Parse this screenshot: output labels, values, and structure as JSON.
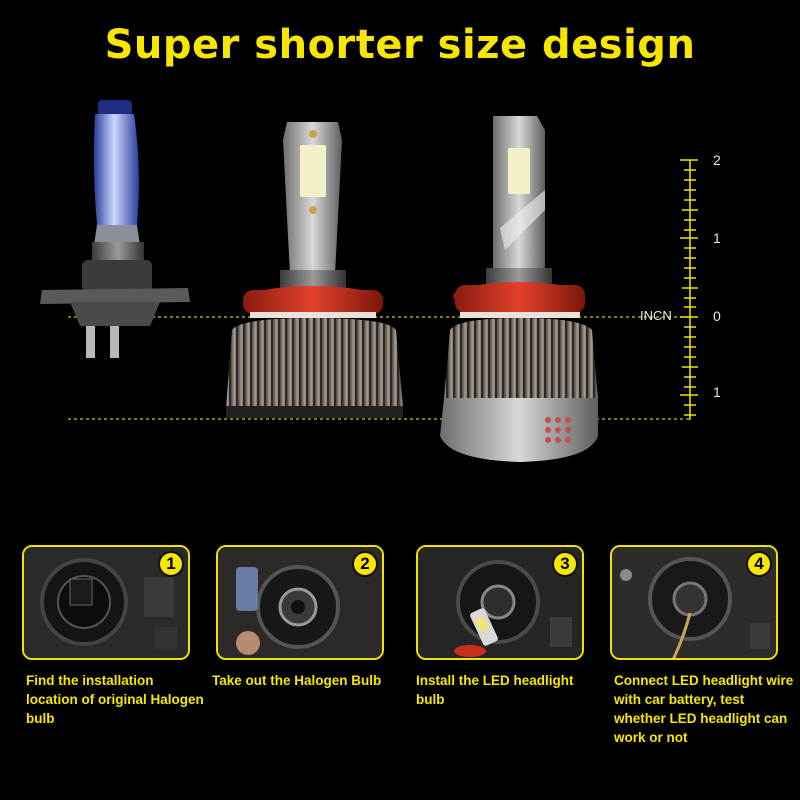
{
  "headline": "Super shorter size design",
  "ruler": {
    "unit_label": "INCN",
    "ticks": [
      "2",
      "1",
      "0",
      "1"
    ]
  },
  "bulbs": [
    {
      "name": "halogen-bulb-icon"
    },
    {
      "name": "led-bulb-short-icon"
    },
    {
      "name": "led-bulb-tall-icon"
    }
  ],
  "steps": [
    {
      "number": "1",
      "caption": "Find the installation location of original Halogen bulb"
    },
    {
      "number": "2",
      "caption": "Take out the Halogen Bulb"
    },
    {
      "number": "3",
      "caption": "Install the LED headlight bulb"
    },
    {
      "number": "4",
      "caption": "Connect LED headlight wire with car battery, test whether LED headlight can work or not"
    }
  ],
  "colors": {
    "accent": "#f7e600",
    "background": "#000000",
    "red_base": "#d8301d",
    "heatsink": "#7a706a"
  }
}
